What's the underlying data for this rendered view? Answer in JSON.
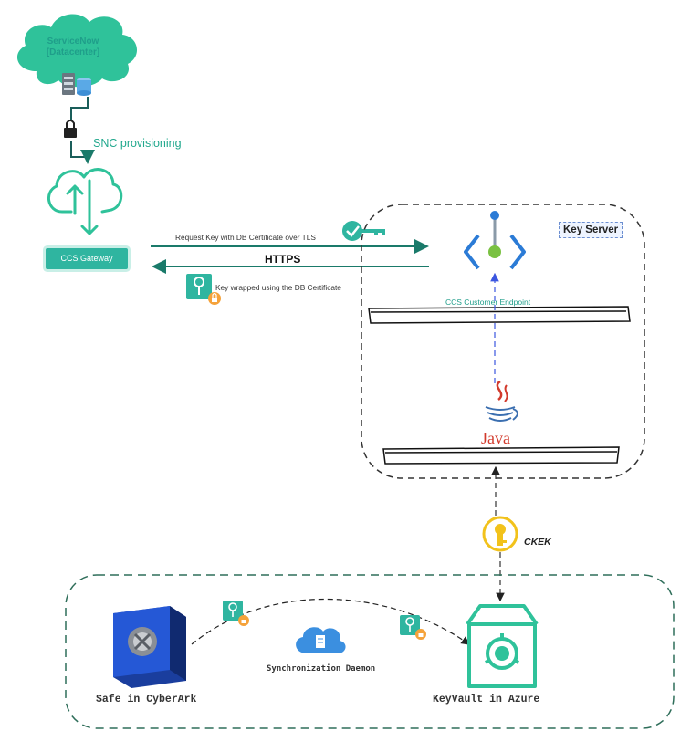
{
  "cloud": {
    "line1": "ServiceNow",
    "line2": "[Datacenter]"
  },
  "snc_label": "SNC provisioning",
  "gateway_label": "CCS Gateway",
  "request_label": "Request Key with DB Certificate over TLS",
  "https_label": "HTTPS",
  "wrapped_label": "Key wrapped using the DB  Certificate",
  "key_server_label": "Key Server",
  "endpoint_label": "CCS Customer Endpoint",
  "java_label": "Java",
  "ckek_label": "CKEK",
  "sync_label": "Synchronization Daemon",
  "safe_label": "Safe in CyberArk",
  "keyvault_label": "KeyVault in Azure",
  "colors": {
    "teal": "#21a88d",
    "cloud": "#2fc29a",
    "gateway": "#2fb5a0",
    "blue_arrow": "#3b56e0",
    "java_red": "#d23a2c",
    "key_gold": "#f2c21b",
    "vault_blue": "#1f4fc4"
  },
  "icons": [
    "server-database-icon",
    "lock-connector-icon",
    "cloud-upload-icon",
    "certificate-check-icon",
    "key-badge-icon",
    "azure-endpoint-icon",
    "java-logo-icon",
    "ckek-key-icon",
    "vault-safe-icon",
    "sync-daemon-icon",
    "keyvault-icon"
  ]
}
